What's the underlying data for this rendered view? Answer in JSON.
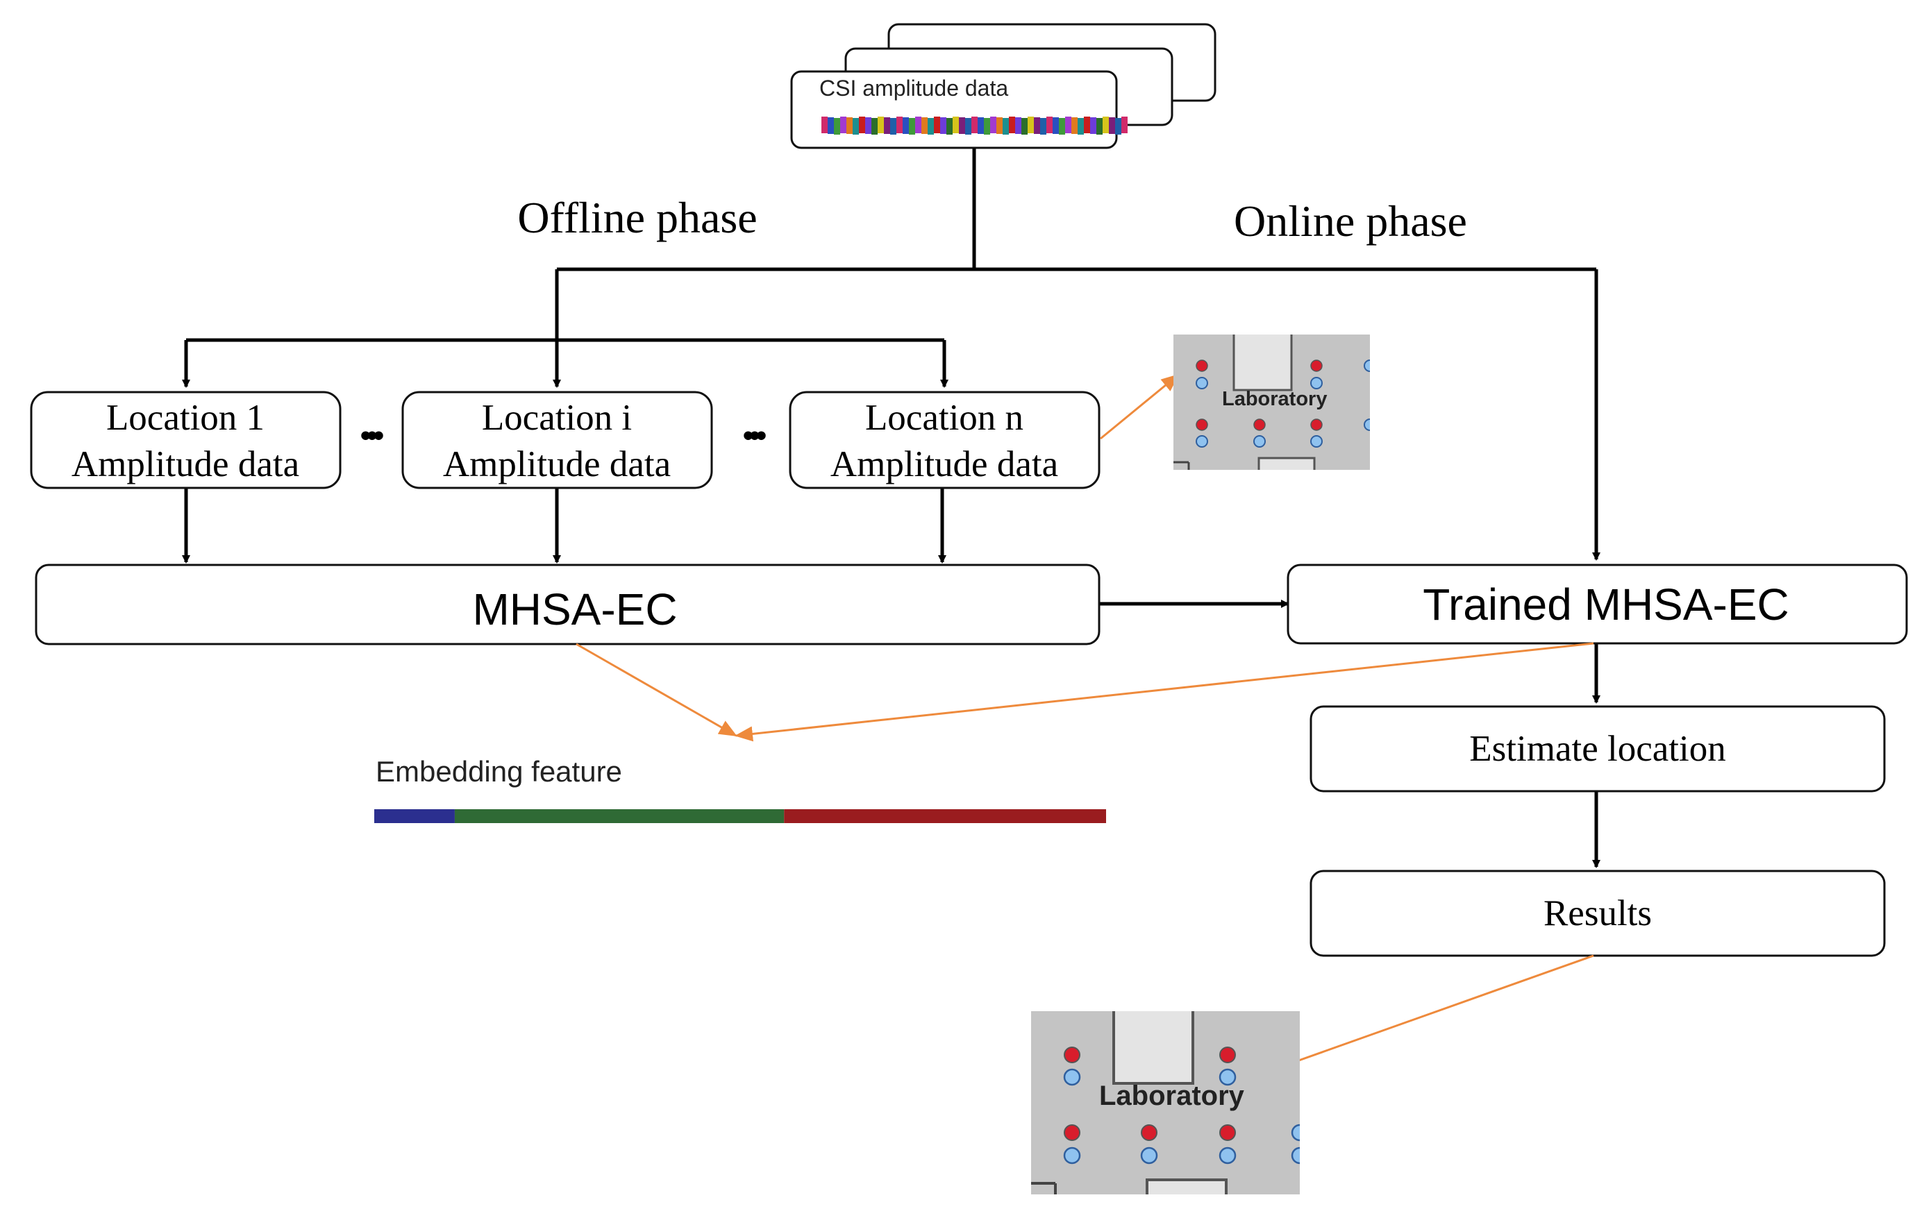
{
  "csi_stack": {
    "title": "CSI amplitude data",
    "stripe_colors": [
      "#d02a6a",
      "#2a4fc0",
      "#3f9a3a",
      "#a23ad0",
      "#e07a1f",
      "#1d8f8f",
      "#c91d1d",
      "#6d3cd9",
      "#2b6e2b",
      "#d6c41c",
      "#7a1f7a",
      "#1f5fa8"
    ]
  },
  "phases": {
    "offline": "Offline phase",
    "online": "Online phase"
  },
  "locations": [
    {
      "line1": "Location 1",
      "line2": "Amplitude data"
    },
    {
      "line1": "Location i",
      "line2": "Amplitude data"
    },
    {
      "line1": "Location n",
      "line2": "Amplitude data"
    }
  ],
  "ellipsis": "•••",
  "model": "MHSA-EC",
  "trained_model": "Trained MHSA-EC",
  "estimate": "Estimate location",
  "results": "Results",
  "embedding": {
    "label": "Embedding feature",
    "segments": [
      {
        "color": "#2b2f8f",
        "fraction": 0.11
      },
      {
        "color": "#2f6a35",
        "fraction": 0.45
      },
      {
        "color": "#9a1c1f",
        "fraction": 0.44
      }
    ]
  },
  "map_label": "Laboratory",
  "colors": {
    "arrow": "#000000",
    "link": "#ee8a3c",
    "map_bg": "#c4c4c4",
    "dot_red": "#d81d2c",
    "dot_blue": "#8fc2ef"
  }
}
